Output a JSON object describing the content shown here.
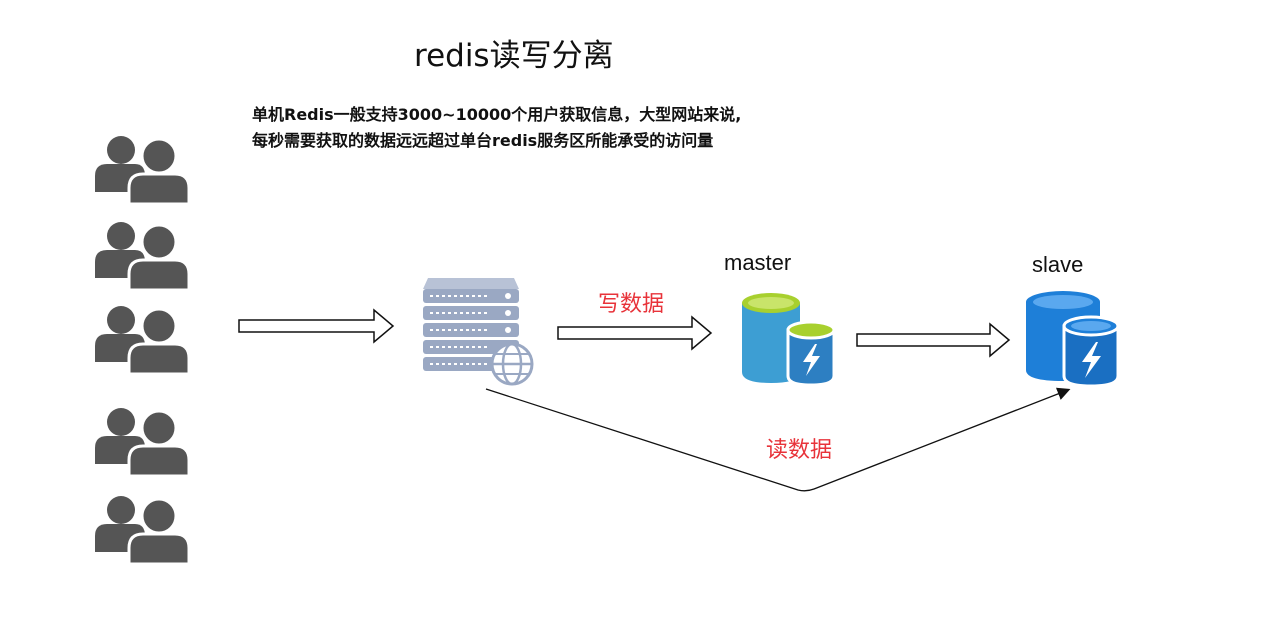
{
  "title": "redis读写分离",
  "description": {
    "line1": "单机Redis一般支持3000~10000个用户获取信息，大型网站来说,",
    "line2": "每秒需要获取的数据远远超过单台redis服务区所能承受的访问量"
  },
  "nodes": {
    "master_label": "master",
    "slave_label": "slave"
  },
  "edges": {
    "write_label": "写数据",
    "read_label": "读数据"
  },
  "icons": {
    "users": "users-group-icon",
    "server": "web-server-icon",
    "master": "database-cache-icon",
    "slave": "database-cache-icon"
  },
  "colors": {
    "edge_label": "#e8333a",
    "user_icon": "#555555",
    "master_db": "#3d9ed3",
    "master_db_top": "#a8d02e",
    "slave_db": "#1e7fd8",
    "server": "#9aa8c3"
  }
}
